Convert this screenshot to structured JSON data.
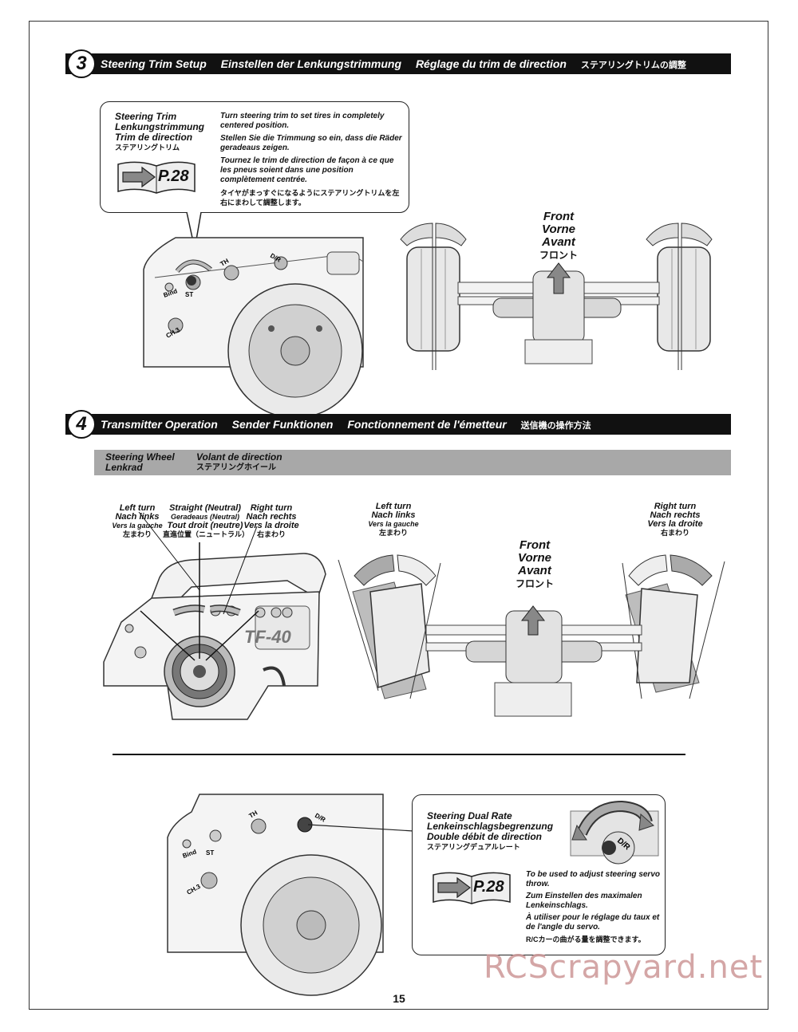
{
  "section3": {
    "number": "3",
    "title_en": "Steering Trim Setup",
    "title_de": "Einstellen der Lenkungstrimmung",
    "title_fr": "Réglage du trim de direction",
    "title_jp": "ステアリングトリムの調整",
    "callout": {
      "name_en": "Steering Trim",
      "name_de": "Lenkungstrimmung",
      "name_fr": "Trim de direction",
      "name_jp": "ステアリングトリム",
      "page_ref": "P.28",
      "text_en": "Turn steering trim to set tires in completely centered position.",
      "text_de": "Stellen Sie die Trimmung so ein, dass die Räder geradeaus zeigen.",
      "text_fr": "Tournez le trim de direction de façon à ce que les pneus soient dans une position complètement centrée.",
      "text_jp": "タイヤがまっすぐになるようにステアリングトリムを左右にまわして調整します。"
    },
    "transmitter_labels": {
      "bind": "Bind",
      "st": "ST",
      "th": "TH",
      "dr": "D/R",
      "ch3": "CH.3"
    },
    "front_label": {
      "en": "Front",
      "de": "Vorne",
      "fr": "Avant",
      "jp": "フロント"
    }
  },
  "section4": {
    "number": "4",
    "title_en": "Transmitter Operation",
    "title_de": "Sender Funktionen",
    "title_fr": "Fonctionnement de l'émetteur",
    "title_jp": "送信機の操作方法",
    "band": {
      "col1_line1": "Steering Wheel",
      "col1_line2": "Lenkrad",
      "col2_line1": "Volant de direction",
      "col2_line2": "ステアリングホイール"
    },
    "wheel_labels": {
      "left": {
        "en": "Left turn",
        "de": "Nach links",
        "fr": "Vers la gauche",
        "jp": "左まわり"
      },
      "straight": {
        "en": "Straight (Neutral)",
        "de": "Geradeaus (Neutral)",
        "fr": "Tout droit (neutre)",
        "jp": "直進位置（ニュートラル）"
      },
      "right": {
        "en": "Right turn",
        "de": "Nach rechts",
        "fr": "Vers la droite",
        "jp": "右まわり"
      }
    },
    "car_labels": {
      "left": {
        "en": "Left turn",
        "de": "Nach links",
        "fr": "Vers la gauche",
        "jp": "左まわり"
      },
      "right": {
        "en": "Right turn",
        "de": "Nach rechts",
        "fr": "Vers la droite",
        "jp": "右まわり"
      }
    },
    "front_label": {
      "en": "Front",
      "de": "Vorne",
      "fr": "Avant",
      "jp": "フロント"
    },
    "model_text": "TF-40",
    "dual_rate": {
      "name_en": "Steering Dual Rate",
      "name_de": "Lenkeinschlagsbegrenzung",
      "name_fr": "Double débit de direction",
      "name_jp": "ステアリングデュアルレート",
      "knob_label": "D/R",
      "page_ref": "P.28",
      "text_en": "To be used to adjust steering servo throw.",
      "text_de": "Zum Einstellen des maximalen Lenkeinschlags.",
      "text_fr": "À utiliser pour le réglage du taux et de l'angle du servo.",
      "text_jp": "R/Cカーの曲がる量を調整できます。"
    }
  },
  "page_number": "15",
  "watermark": "RCScrapyard.net",
  "colors": {
    "bar": "#111111",
    "band": "#a8a8a8",
    "watermark": "#cd9696"
  }
}
